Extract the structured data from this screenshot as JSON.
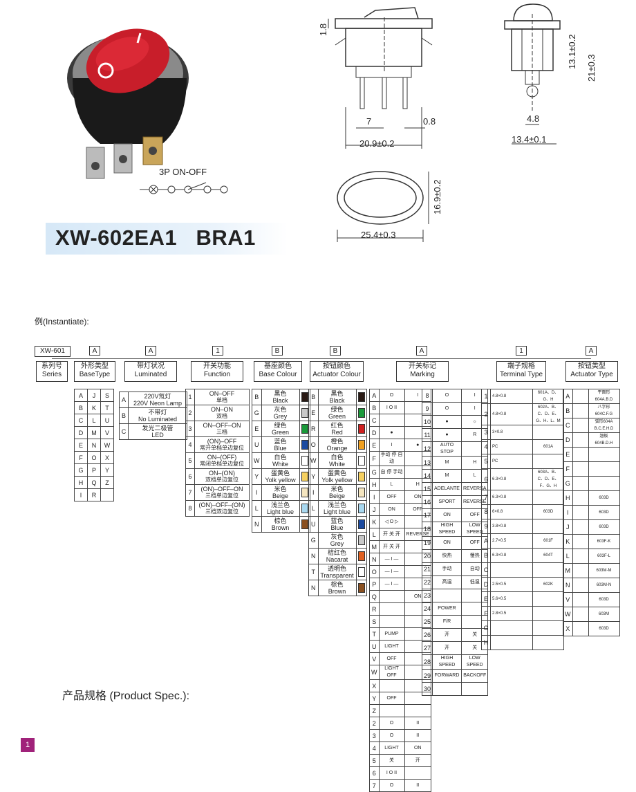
{
  "wiring_label": "3P  ON-OFF",
  "dims": {
    "d1": "1.8",
    "d2": "7",
    "d3": "0.8",
    "d4": "20.9±0.2",
    "d5": "13.1±0.2",
    "d6": "21±0.3",
    "d7": "4.8",
    "d8": "13.4±0.1",
    "d9": "16.9±0.2",
    "d10": "25.4±0.3"
  },
  "model_title": "XW-602EA1   BRA1",
  "instantiate_label": "例(Instantiate):",
  "product_spec_label": "产品规格 (Product Spec.):",
  "page_number": "1",
  "codes": {
    "series": "XW-601",
    "base_type": "A",
    "luminated": "A",
    "function": "1",
    "base_colour": "B",
    "actuator_colour": "B",
    "marking": "A",
    "terminal": "1",
    "actuator_type": "A"
  },
  "headers": {
    "series": [
      "系列号",
      "Series"
    ],
    "base_type": [
      "外形类型",
      "BaseType"
    ],
    "luminated": [
      "带灯状况",
      "Luminated"
    ],
    "function": [
      "开关功能",
      "Function"
    ],
    "base_colour": [
      "基座颜色",
      "Base Colour"
    ],
    "actuator_colour": [
      "按钮颜色",
      "Actuator Colour"
    ],
    "marking": [
      "开关标记",
      "Marking"
    ],
    "terminal": [
      "端子规格",
      "Terminal Type"
    ],
    "actuator_type": [
      "按钮类型",
      "Actuator Type"
    ]
  },
  "base_type_rows": [
    [
      "A",
      "J",
      "S"
    ],
    [
      "B",
      "K",
      "T"
    ],
    [
      "C",
      "L",
      "U"
    ],
    [
      "D",
      "M",
      "V"
    ],
    [
      "E",
      "N",
      "W"
    ],
    [
      "F",
      "O",
      "X"
    ],
    [
      "G",
      "P",
      "Y"
    ],
    [
      "H",
      "Q",
      "Z"
    ],
    [
      "I",
      "R",
      ""
    ]
  ],
  "luminated_rows": [
    [
      "A",
      "220V氖灯",
      "220V Neon Lamp"
    ],
    [
      "B",
      "不带灯",
      "No Luminated"
    ],
    [
      "C",
      "发光二极管",
      "LED"
    ]
  ],
  "function_rows": [
    [
      "1",
      "ON–OFF",
      "单档"
    ],
    [
      "2",
      "ON–ON",
      "双档"
    ],
    [
      "3",
      "ON–OFF–ON",
      "三档"
    ],
    [
      "4",
      "(ON)–OFF",
      "常开单档单边复位"
    ],
    [
      "5",
      "ON–(OFF)",
      "常闭单档单边复位"
    ],
    [
      "6",
      "ON–(ON)",
      "双档单边复位"
    ],
    [
      "7",
      "(ON)–OFF–ON",
      "三档单边复位"
    ],
    [
      "8",
      "(ON)–OFF–(ON)",
      "三档双边复位"
    ]
  ],
  "base_colour_rows": [
    [
      "B",
      "黑色",
      "Black",
      "#2a1a14"
    ],
    [
      "G",
      "灰色",
      "Grey",
      "#c8c8c8"
    ],
    [
      "E",
      "绿色",
      "Green",
      "#1a9a3a"
    ],
    [
      "U",
      "蓝色",
      "Blue",
      "#1a4aa0"
    ],
    [
      "W",
      "白色",
      "White",
      "#ffffff"
    ],
    [
      "Y",
      "蛋黄色",
      "Yolk yellow",
      "#f5d060"
    ],
    [
      "I",
      "米色",
      "Beige",
      "#f5e6c0"
    ],
    [
      "L",
      "浅兰色",
      "Light blue",
      "#a8d8f0"
    ],
    [
      "N",
      "棕色",
      "Brown",
      "#8a5020"
    ]
  ],
  "actuator_colour_rows": [
    [
      "B",
      "黑色",
      "Black",
      "#2a1a14"
    ],
    [
      "E",
      "绿色",
      "Green",
      "#1a9a3a"
    ],
    [
      "R",
      "红色",
      "Red",
      "#d02020"
    ],
    [
      "O",
      "橙色",
      "Orange",
      "#f0a020"
    ],
    [
      "W",
      "白色",
      "White",
      "#ffffff"
    ],
    [
      "Y",
      "蛋黄色",
      "Yolk yellow",
      "#f5d060"
    ],
    [
      "I",
      "米色",
      "Beige",
      "#f5e6c0"
    ],
    [
      "L",
      "浅兰色",
      "Light blue",
      "#a8d8f0"
    ],
    [
      "U",
      "蓝色",
      "Blue",
      "#1a4aa0"
    ],
    [
      "G",
      "灰色",
      "Grey",
      "#c8c8c8"
    ],
    [
      "N",
      "桔红色",
      "Nacarat",
      "#e06020"
    ],
    [
      "T",
      "透明色",
      "Transparent",
      "#ffffff"
    ],
    [
      "N",
      "棕色",
      "Brown",
      "#8a5020"
    ]
  ],
  "marking_left": [
    [
      "A",
      "O",
      "I"
    ],
    [
      "B",
      "I O II",
      ""
    ],
    [
      "C",
      "",
      ""
    ],
    [
      "D",
      "●",
      ""
    ],
    [
      "E",
      "I",
      "●"
    ],
    [
      "F",
      "手动 停 自动",
      ""
    ],
    [
      "G",
      "自 停 手动",
      ""
    ],
    [
      "H",
      "L",
      "H"
    ],
    [
      "I",
      "OFF",
      "ON"
    ],
    [
      "J",
      "ON",
      "OFF"
    ],
    [
      "K",
      "◁ O ▷",
      ""
    ],
    [
      "L",
      "开 关 开",
      "REVERSE"
    ],
    [
      "M",
      "开 关 开",
      ""
    ],
    [
      "N",
      "— I —",
      ""
    ],
    [
      "O",
      "— I —",
      ""
    ],
    [
      "P",
      "— I —",
      ""
    ],
    [
      "Q",
      "",
      "ON"
    ],
    [
      "R",
      "",
      ""
    ],
    [
      "S",
      "",
      ""
    ],
    [
      "T",
      "PUMP",
      ""
    ],
    [
      "U",
      "LIGHT",
      ""
    ],
    [
      "V",
      "OFF",
      ""
    ],
    [
      "W",
      "LIGHT OFF",
      ""
    ],
    [
      "X",
      "",
      ""
    ],
    [
      "Y",
      "OFF",
      ""
    ],
    [
      "Z",
      "",
      ""
    ],
    [
      "2",
      "O",
      "II"
    ],
    [
      "3",
      "O",
      "II"
    ],
    [
      "4",
      "LIGHT",
      "ON"
    ],
    [
      "5",
      "关",
      "开"
    ],
    [
      "6",
      "I O II",
      ""
    ],
    [
      "7",
      "O",
      "II"
    ]
  ],
  "marking_right": [
    [
      "8",
      "O",
      "I"
    ],
    [
      "9",
      "O",
      "I"
    ],
    [
      "10",
      "●",
      "☼"
    ],
    [
      "11",
      "●",
      "R"
    ],
    [
      "12",
      "AUTO STOP",
      ""
    ],
    [
      "13",
      "M",
      "H"
    ],
    [
      "14",
      "M",
      "L"
    ],
    [
      "15",
      "ADELANTE",
      "REVERSA"
    ],
    [
      "16",
      "SPORT",
      "REVERSE"
    ],
    [
      "17",
      "ON",
      "OFF"
    ],
    [
      "18",
      "HIGH SPEED",
      "LOW SPEED"
    ],
    [
      "19",
      "ON",
      "OFF"
    ],
    [
      "20",
      "快热",
      "慢热"
    ],
    [
      "21",
      "手动",
      "自动"
    ],
    [
      "22",
      "高温",
      "低温"
    ],
    [
      "23",
      "",
      ""
    ],
    [
      "24",
      "POWER",
      ""
    ],
    [
      "25",
      "F/R",
      ""
    ],
    [
      "26",
      "开",
      "关"
    ],
    [
      "27",
      "开",
      "关"
    ],
    [
      "28",
      "HIGH SPEED",
      "LOW SPEED"
    ],
    [
      "29",
      "FORWARD",
      "BACKOFF"
    ],
    [
      "30",
      "",
      ""
    ]
  ],
  "terminal_rows": [
    [
      "1",
      "4.8×0.8",
      "601A、D、G、H"
    ],
    [
      "2",
      "4.8×0.8",
      "602A、B、C、D、E、G、H、L、M"
    ],
    [
      "3",
      "3×0.8",
      ""
    ],
    [
      "4",
      "PC",
      "601A"
    ],
    [
      "5",
      "PC",
      ""
    ],
    [
      "6",
      "6.3×0.8",
      "603A、B、C、D、E、F、G、H"
    ],
    [
      "7",
      "6.3×0.8",
      ""
    ],
    [
      "8",
      "6×0.8",
      "603D"
    ],
    [
      "9",
      "3.8×0.8",
      ""
    ],
    [
      "A",
      "2.7×0.5",
      "601F"
    ],
    [
      "B",
      "6.3×0.8",
      "604T"
    ],
    [
      "C",
      "",
      ""
    ],
    [
      "D",
      "2.5×0.5",
      "602K"
    ],
    [
      "E",
      "5.6×0.5",
      ""
    ],
    [
      "F",
      "2.8×0.5",
      ""
    ],
    [
      "G",
      "",
      ""
    ],
    [
      "H",
      "",
      ""
    ]
  ],
  "actuator_type_rows": [
    [
      "A",
      "平面形",
      "604A.B.D"
    ],
    [
      "B",
      "八字形",
      "604C.F.G"
    ],
    [
      "C",
      "弧形604A",
      "B.C.E.H.D"
    ],
    [
      "D",
      "翘板",
      "604B.D.H"
    ],
    [
      "E",
      "",
      ""
    ],
    [
      "F",
      "",
      ""
    ],
    [
      "G",
      "",
      ""
    ],
    [
      "H",
      "",
      "603D"
    ],
    [
      "I",
      "",
      "603D"
    ],
    [
      "J",
      "",
      "603D"
    ],
    [
      "K",
      "",
      "603F-K"
    ],
    [
      "L",
      "",
      "603F-L"
    ],
    [
      "M",
      "",
      "603M-M"
    ],
    [
      "N",
      "",
      "603M-N"
    ],
    [
      "V",
      "",
      "603D"
    ],
    [
      "W",
      "",
      "603M"
    ],
    [
      "X",
      "",
      "603D"
    ]
  ]
}
